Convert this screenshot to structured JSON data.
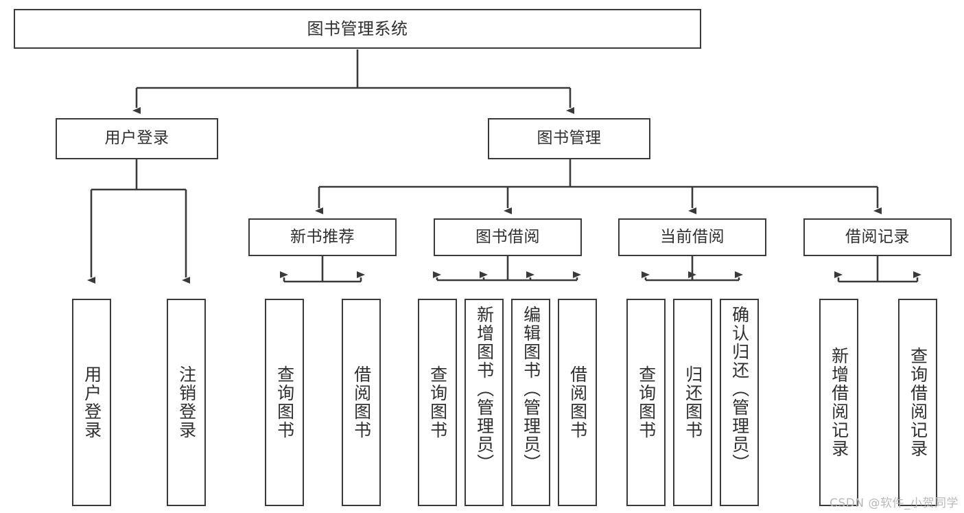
{
  "diagram": {
    "title": "图书管理系统",
    "type": "tree-hierarchy-diagram",
    "watermark": "CSDN @软件_小贺同学",
    "colors": {
      "stroke": "#3a3a3a",
      "fill": "#ffffff",
      "text": "#2f2f2f",
      "watermark": "#b9b9b9"
    },
    "nodes": {
      "root": {
        "label": "图书管理系统"
      },
      "level2": [
        {
          "label": "用户登录"
        },
        {
          "label": "图书管理"
        }
      ],
      "level3": [
        {
          "label": "新书推荐"
        },
        {
          "label": "图书借阅"
        },
        {
          "label": "当前借阅"
        },
        {
          "label": "借阅记录"
        }
      ],
      "leaves": {
        "user_login": [
          {
            "label": "用户登录"
          },
          {
            "label": "注销登录"
          }
        ],
        "new_book": [
          {
            "label": "查询图书"
          },
          {
            "label": "借阅图书"
          }
        ],
        "book_borrow": [
          {
            "label": "查询图书"
          },
          {
            "label": "新增图书（管理员）"
          },
          {
            "label": "编辑图书（管理员）"
          },
          {
            "label": "借阅图书"
          }
        ],
        "current_borrow": [
          {
            "label": "查询图书"
          },
          {
            "label": "归还图书"
          },
          {
            "label": "确认归还（管理员）"
          }
        ],
        "borrow_record": [
          {
            "label": "新增借阅记录"
          },
          {
            "label": "查询借阅记录"
          }
        ]
      }
    }
  }
}
